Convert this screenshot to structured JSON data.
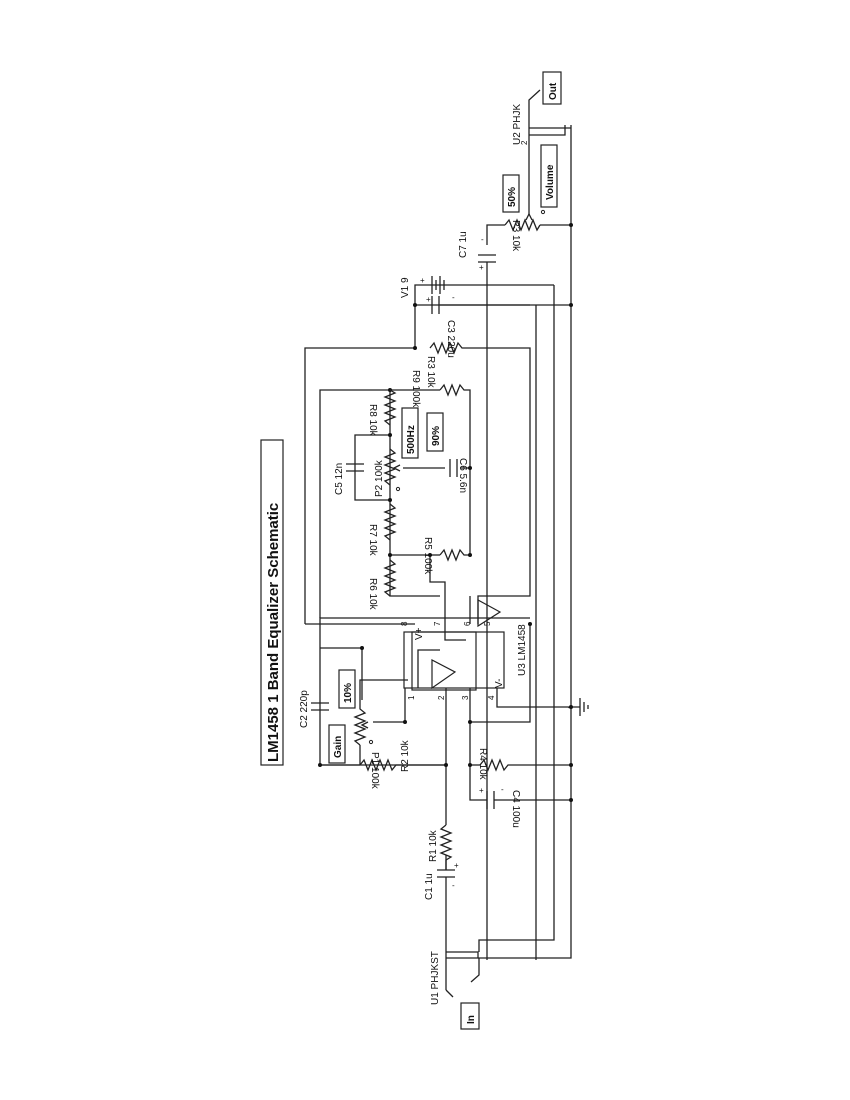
{
  "title": "LM1458 1 Band Equalizer Schematic",
  "connectors": {
    "input": {
      "ref": "U1 PHJKST",
      "tag": "In"
    },
    "output": {
      "ref": "U2 PHJK",
      "tag": "Out",
      "pin": "2"
    }
  },
  "ic": {
    "ref": "U3 LM1458",
    "vplus": "V+",
    "vminus": "V-",
    "pins": [
      "1",
      "2",
      "3",
      "4",
      "5",
      "6",
      "7",
      "8"
    ],
    "opamp_minus": "-",
    "opamp_plus": "+"
  },
  "components": {
    "C1": "C1 1u",
    "R1": "R1 10k",
    "R2": "R2 10k",
    "C2": "C2 220p",
    "P1": "P1 100k",
    "R4": "R4 10k",
    "C4": "C4 100u",
    "R6": "R6 10k",
    "R7": "R7 10k",
    "C5": "C5 12n",
    "P2": "P2 100k",
    "R8": "R8 10k",
    "R5": "R5 100k",
    "C6": "C6 5.6n",
    "R9": "R9 100k",
    "R3": "R3 10k",
    "C3": "C3 220u",
    "V1": "V1 9",
    "C7": "C7 1u",
    "P3": "P3 10k"
  },
  "controls": {
    "gain_label": "Gain",
    "gain_value": "10%",
    "freq_label": "500Hz",
    "freq_value": "90%",
    "volume_label": "Volume",
    "volume_value": "50%"
  },
  "polarity": {
    "plus": "+",
    "minus": "-",
    "wiper": "o"
  }
}
